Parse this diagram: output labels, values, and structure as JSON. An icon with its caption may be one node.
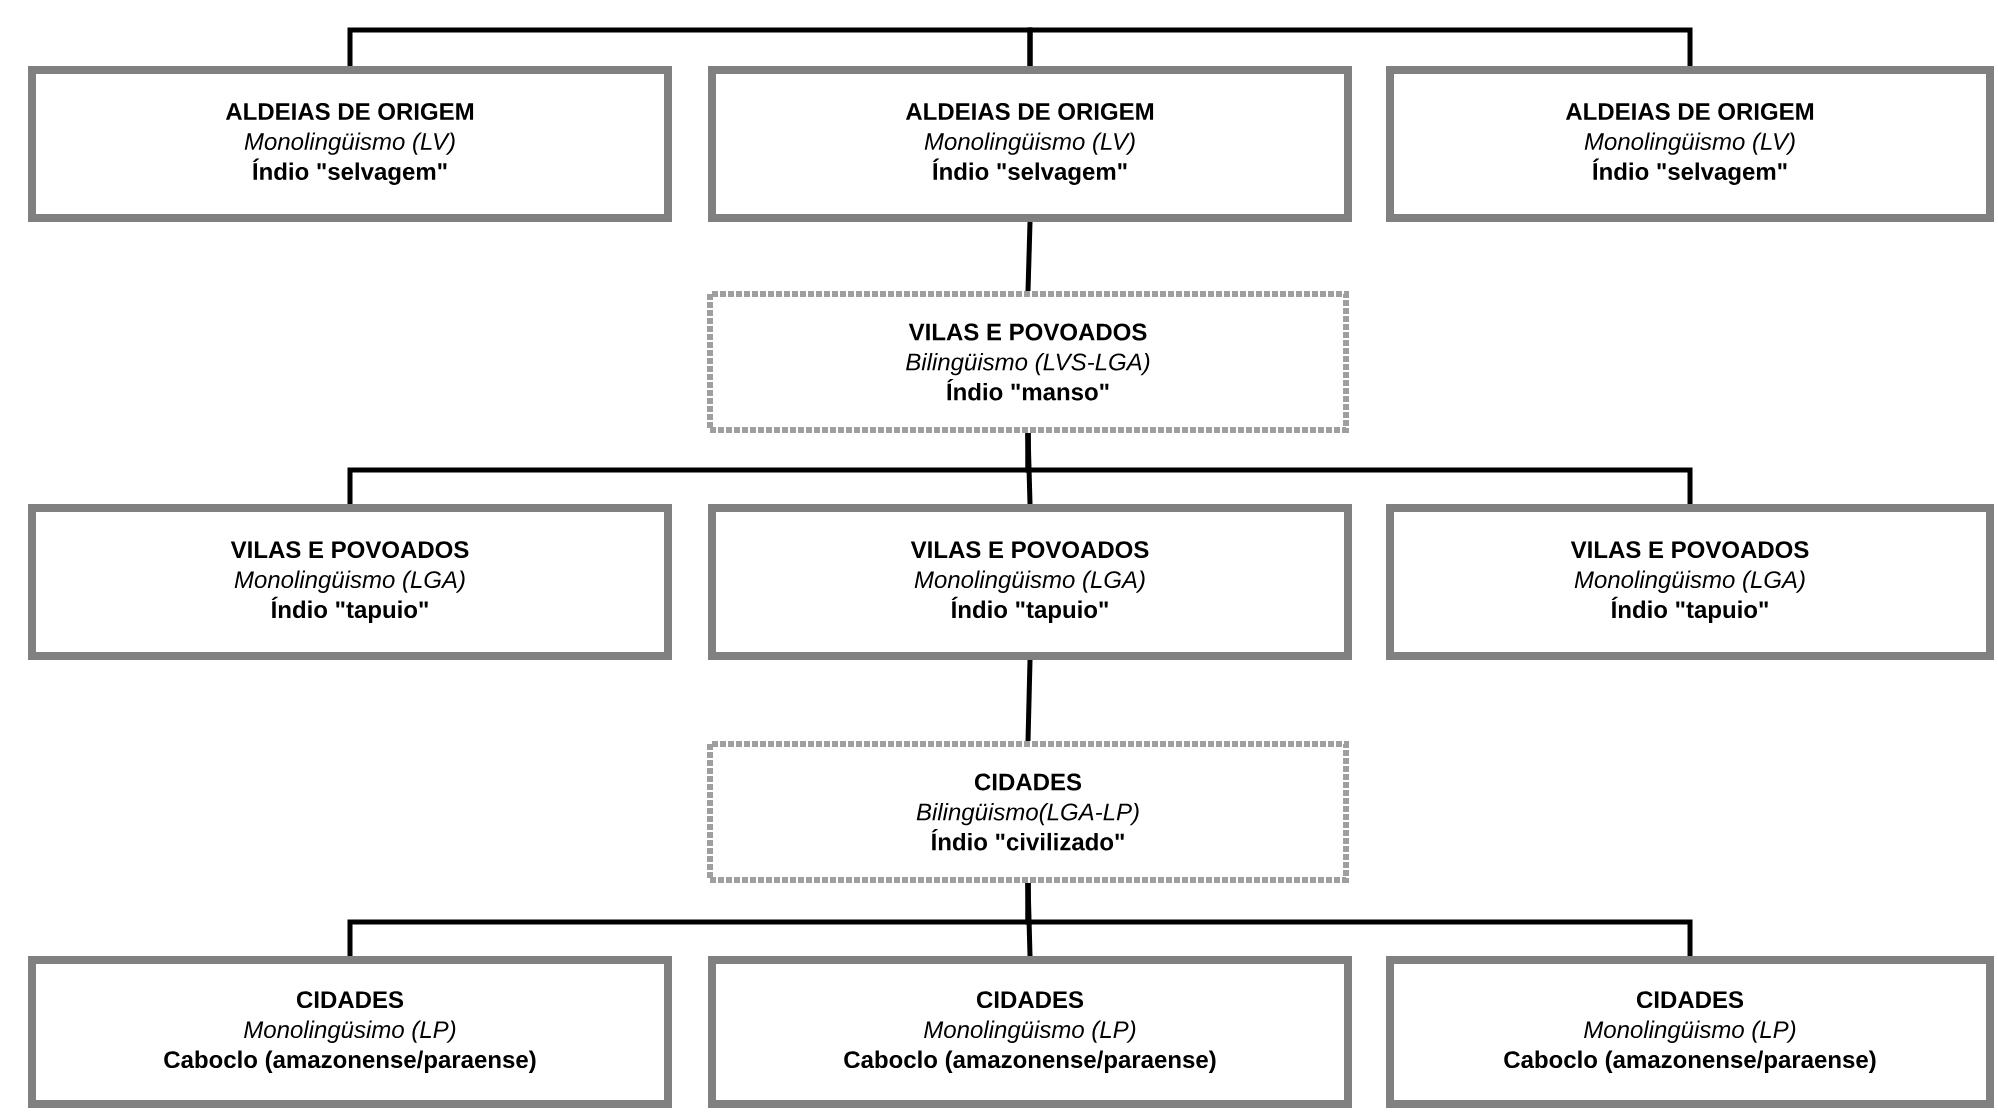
{
  "diagram": {
    "nodes": [
      {
        "text": [
          "ALDEIAS DE ORIGEM",
          "Monolingüismo (LV)",
          "Índio \"selvagem\""
        ]
      },
      {
        "text": [
          "ALDEIAS DE ORIGEM",
          "Monolingüismo (LV)",
          "Índio \"selvagem\""
        ]
      },
      {
        "text": [
          "ALDEIAS DE ORIGEM",
          "Monolingüismo (LV)",
          "Índio \"selvagem\""
        ]
      },
      {
        "text": [
          "VILAS E POVOADOS",
          "Bilingüismo (LVS-LGA)",
          "Índio \"manso\""
        ]
      },
      {
        "text": [
          "VILAS E POVOADOS",
          "Monolingüismo (LGA)",
          "Índio \"tapuio\""
        ]
      },
      {
        "text": [
          "VILAS E POVOADOS",
          "Monolingüismo (LGA)",
          "Índio \"tapuio\""
        ]
      },
      {
        "text": [
          "VILAS E POVOADOS",
          "Monolingüismo (LGA)",
          "Índio \"tapuio\""
        ]
      },
      {
        "text": [
          "CIDADES",
          "Bilingüismo(LGA-LP)",
          "Índio \"civilizado\""
        ]
      },
      {
        "text": [
          "CIDADES",
          "Monolingüsimo (LP)",
          "Caboclo (amazonense/paraense)"
        ]
      },
      {
        "text": [
          "CIDADES",
          "Monolingüismo (LP)",
          "Caboclo (amazonense/paraense)"
        ]
      },
      {
        "text": [
          "CIDADES",
          "Monolingüismo (LP)",
          "Caboclo (amazonense/paraense)"
        ]
      }
    ],
    "edges": [
      {
        "from": 0,
        "to": 1,
        "arrow": "none"
      },
      {
        "from": 1,
        "to": 2,
        "arrow": "none"
      },
      {
        "from": 1,
        "to": 3,
        "arrow": "none"
      },
      {
        "from": 3,
        "to": 4,
        "arrow": "none"
      },
      {
        "from": 3,
        "to": 5,
        "arrow": "none"
      },
      {
        "from": 3,
        "to": 6,
        "arrow": "none"
      },
      {
        "from": 5,
        "to": 7,
        "arrow": "none"
      },
      {
        "from": 7,
        "to": 8,
        "arrow": "none"
      },
      {
        "from": 7,
        "to": 9,
        "arrow": "none"
      },
      {
        "from": 7,
        "to": 10,
        "arrow": "none"
      }
    ]
  }
}
